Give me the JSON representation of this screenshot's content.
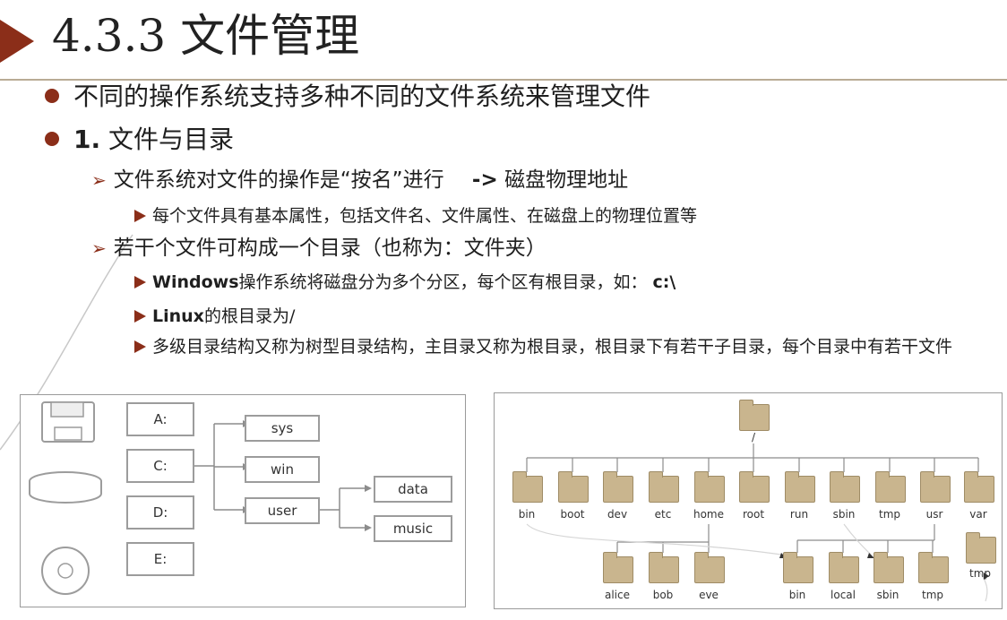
{
  "title": {
    "number": "4.3.3",
    "text": "文件管理"
  },
  "bullets": {
    "l1a": "不同的操作系统支持多种不同的文件系统来管理文件",
    "l1b_num": "1.",
    "l1b_text": "文件与目录",
    "l2a_text": "文件系统对文件的操作是“按名”进行",
    "l2a_arrow": "->",
    "l2a_tail": "磁盘物理地址",
    "l3a": "每个文件具有基本属性，包括文件名、文件属性、在磁盘上的物理位置等",
    "l2b": "若干个文件可构成一个目录（也称为：文件夹）",
    "l3b_bold": "Windows",
    "l3b_text": "操作系统将磁盘分为多个分区，每个区有根目录，如：",
    "l3b_path": "c:\\",
    "l3c_bold": "Linux",
    "l3c_text": "的根目录为/",
    "l3d": "多级目录结构又称为树型目录结构，主目录又称为根目录，根目录下有若干子目录，每个目录中有若干文件"
  },
  "windows_diagram": {
    "drives": [
      "A:",
      "C:",
      "D:",
      "E:"
    ],
    "c_children": [
      "sys",
      "win",
      "user"
    ],
    "user_children": [
      "data",
      "music"
    ]
  },
  "linux_diagram": {
    "root": "/",
    "top_dirs": [
      "bin",
      "boot",
      "dev",
      "etc",
      "home",
      "root",
      "run",
      "sbin",
      "tmp",
      "usr",
      "var"
    ],
    "home_dirs": [
      "alice",
      "bob",
      "eve"
    ],
    "usr_dirs": [
      "bin",
      "local",
      "sbin",
      "tmp"
    ],
    "var_dirs": [
      "tmp"
    ]
  }
}
